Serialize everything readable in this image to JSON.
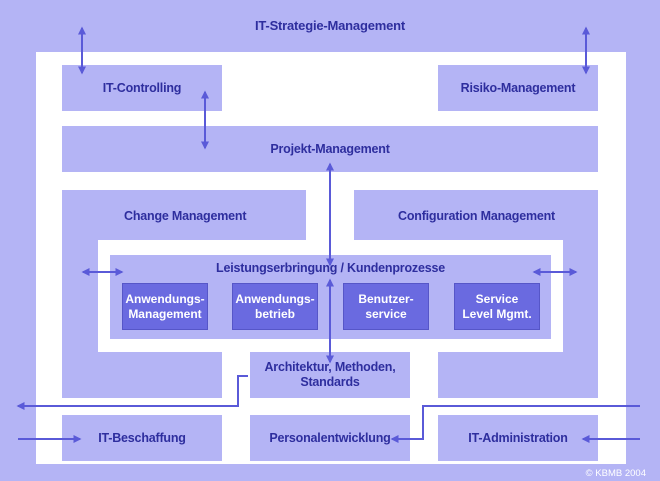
{
  "title": "IT-Strategie-Management",
  "boxes": {
    "it_controlling": "IT-Controlling",
    "risiko_management": "Risiko-Management",
    "projekt_management": "Projekt-Management",
    "change_management": "Change Management",
    "configuration_management": "Configuration Management",
    "leistungserbringung": "Leistungserbringung / Kundenprozesse",
    "architektur": "Architektur, Methoden,\nStandards",
    "it_beschaffung": "IT-Beschaffung",
    "personalentwicklung": "Personalentwicklung",
    "it_administration": "IT-Administration"
  },
  "processes": [
    "Anwendungs-\nManagement",
    "Anwendungs-\nbetrieb",
    "Benutzer-\nservice",
    "Service\nLevel Mgmt."
  ],
  "copyright": "© KBMB 2004",
  "colors": {
    "background": "#b4b4f5",
    "frame": "#ffffff",
    "dark_box": "#6a6ae0",
    "text": "#2e2e9e",
    "arrow": "#5a5ad8"
  }
}
